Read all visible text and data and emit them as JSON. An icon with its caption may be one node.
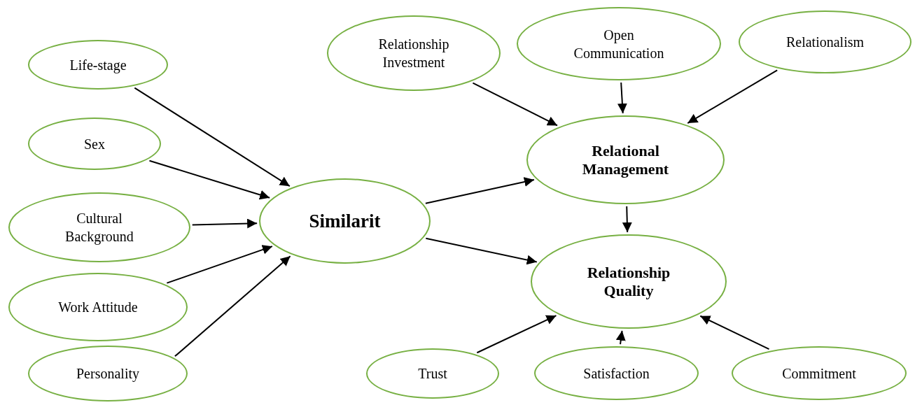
{
  "diagram": {
    "nodes": [
      {
        "text": [
          "Life-stage"
        ]
      },
      {
        "text": [
          "Sex"
        ]
      },
      {
        "text": [
          "Cultural Background"
        ]
      },
      {
        "text": [
          "Work Attitude"
        ]
      },
      {
        "text": [
          "Personality"
        ]
      },
      {
        "text": [
          "Similarit"
        ]
      },
      {
        "text": [
          "Relationship Investment"
        ]
      },
      {
        "text": [
          "Open Communication"
        ]
      },
      {
        "text": [
          "Relationalism"
        ]
      },
      {
        "text": [
          "Relational Management"
        ]
      },
      {
        "text": [
          "Relationship Quality"
        ]
      },
      {
        "text": [
          "Trust"
        ]
      },
      {
        "text": [
          "Satisfaction"
        ]
      },
      {
        "text": [
          "Commitment"
        ]
      }
    ],
    "edges": [
      {
        "from": 0,
        "to": 5,
        "arrow": "to"
      },
      {
        "from": 1,
        "to": 5,
        "arrow": "to"
      },
      {
        "from": 2,
        "to": 5,
        "arrow": "to"
      },
      {
        "from": 3,
        "to": 5,
        "arrow": "to"
      },
      {
        "from": 4,
        "to": 5,
        "arrow": "to"
      },
      {
        "from": 5,
        "to": 9,
        "arrow": "to"
      },
      {
        "from": 5,
        "to": 10,
        "arrow": "to"
      },
      {
        "from": 6,
        "to": 9,
        "arrow": "to"
      },
      {
        "from": 7,
        "to": 9,
        "arrow": "to"
      },
      {
        "from": 8,
        "to": 9,
        "arrow": "to"
      },
      {
        "from": 9,
        "to": 10,
        "arrow": "to"
      },
      {
        "from": 11,
        "to": 10,
        "arrow": "to"
      },
      {
        "from": 12,
        "to": 10,
        "arrow": "to"
      },
      {
        "from": 13,
        "to": 10,
        "arrow": "to"
      }
    ]
  }
}
